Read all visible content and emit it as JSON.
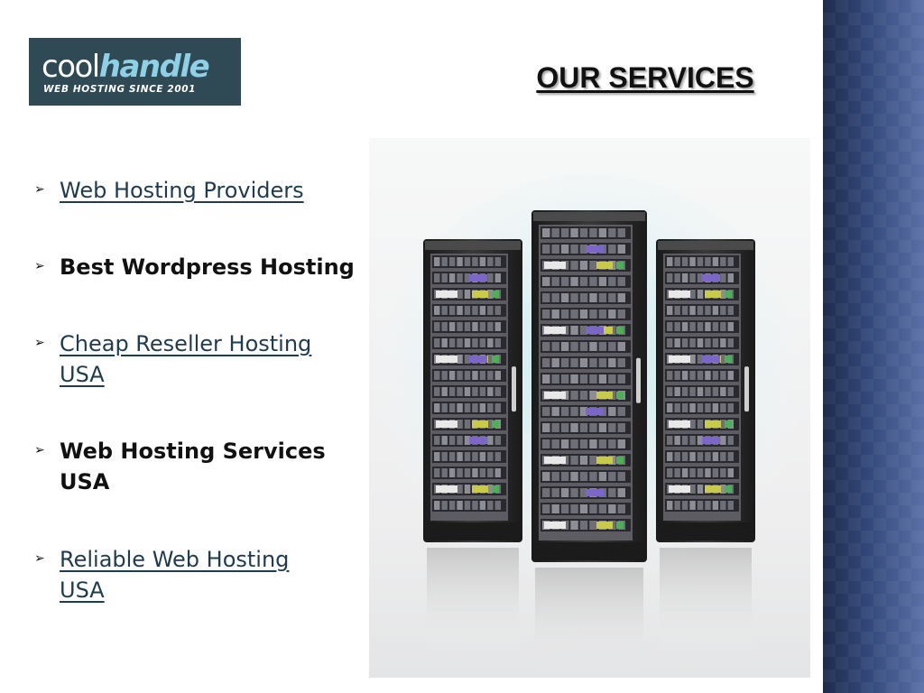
{
  "slide": {
    "title": "OUR SERVICES"
  },
  "logo": {
    "word_cool": "cool",
    "word_handle": "handle",
    "tagline": "WEB HOSTING SINCE 2001"
  },
  "services": [
    {
      "label": "Web Hosting Providers",
      "is_link": true
    },
    {
      "label": "Best  Wordpress Hosting",
      "is_link": false
    },
    {
      "label": "Cheap Reseller Hosting USA",
      "is_link": true
    },
    {
      "label": "Web Hosting Services USA",
      "is_link": false
    },
    {
      "label": "Reliable Web Hosting USA",
      "is_link": true
    }
  ],
  "bullet_glyph": "➢",
  "image": {
    "icon": "server-racks-image"
  },
  "colors": {
    "link_text": "#1f3b4e",
    "logo_bg": "#2f4a55",
    "logo_accent": "#8ed1e6",
    "side_band": "#33487a"
  }
}
